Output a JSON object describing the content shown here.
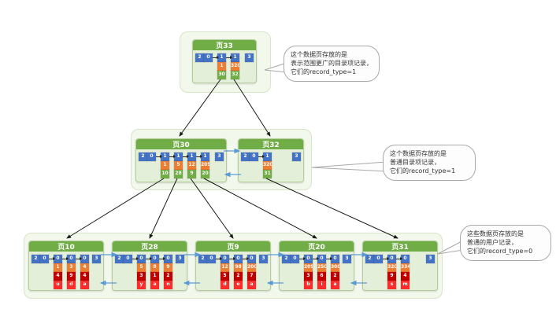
{
  "pages": {
    "p33": {
      "title": "页33",
      "infimum_type": "2",
      "infimum_next": "0",
      "supremum": "3",
      "records": [
        {
          "type": "1",
          "key": "1",
          "page": "30"
        },
        {
          "type": "1",
          "key": "320",
          "page": "32"
        }
      ]
    },
    "p30": {
      "title": "页30",
      "infimum_type": "2",
      "infimum_next": "0",
      "supremum": "3",
      "records": [
        {
          "type": "1",
          "key": "1",
          "page": "10"
        },
        {
          "type": "1",
          "key": "5",
          "page": "28"
        },
        {
          "type": "1",
          "key": "12",
          "page": "9"
        },
        {
          "type": "1",
          "key": "209",
          "page": "20"
        }
      ]
    },
    "p32": {
      "title": "页32",
      "infimum_type": "2",
      "infimum_next": "0",
      "supremum": "3",
      "records": [
        {
          "type": "1",
          "key": "320",
          "page": "31"
        }
      ]
    },
    "p10": {
      "title": "页10",
      "infimum_type": "2",
      "infimum_next": "0",
      "supremum": "3",
      "records": [
        {
          "type": "0",
          "c1": "1",
          "c2": "4",
          "c3": "u"
        },
        {
          "type": "0",
          "c1": "3",
          "c2": "9",
          "c3": "d"
        },
        {
          "type": "0",
          "c1": "4",
          "c2": "4",
          "c3": "a"
        }
      ]
    },
    "p28": {
      "title": "页28",
      "infimum_type": "2",
      "infimum_next": "0",
      "supremum": "3",
      "records": [
        {
          "type": "0",
          "c1": "5",
          "c2": "3",
          "c3": "y"
        },
        {
          "type": "0",
          "c1": "8",
          "c2": "1",
          "c3": "a"
        },
        {
          "type": "0",
          "c1": "9",
          "c2": "2",
          "c3": "n"
        }
      ]
    },
    "p9": {
      "title": "页9",
      "infimum_type": "2",
      "infimum_next": "0",
      "supremum": "3",
      "records": [
        {
          "type": "0",
          "c1": "12",
          "c2": "5",
          "c3": "d"
        },
        {
          "type": "0",
          "c1": "98",
          "c2": "2",
          "c3": "e"
        },
        {
          "type": "0",
          "c1": "200",
          "c2": "7",
          "c3": "a"
        }
      ]
    },
    "p20": {
      "title": "页20",
      "infimum_type": "2",
      "infimum_next": "0",
      "supremum": "3",
      "records": [
        {
          "type": "0",
          "c1": "209",
          "c2": "3",
          "c3": "b"
        },
        {
          "type": "0",
          "c1": "250",
          "c2": "6",
          "c3": "i"
        },
        {
          "type": "0",
          "c1": "300",
          "c2": "2",
          "c3": "a"
        }
      ]
    },
    "p31": {
      "title": "页31",
      "infimum_type": "2",
      "infimum_next": "0",
      "supremum": "3",
      "records": [
        {
          "type": "0",
          "c1": "320",
          "c2": "9",
          "c3": "s"
        },
        {
          "type": "0",
          "c1": "334",
          "c2": "4",
          "c3": "m"
        }
      ]
    }
  },
  "annotations": {
    "root": {
      "lines": [
        "这个数据页存放的是",
        "表示范围更广的目录项记录，",
        "它们的record_type=1"
      ]
    },
    "inner": {
      "lines": [
        "这个数据页存放的是",
        "普通目录项记录，",
        "它们的record_type=1"
      ]
    },
    "leaf": {
      "lines": [
        "这些数据页存放的是",
        "普通的用户记录，",
        "它们的record_type=0"
      ]
    }
  },
  "colors": {
    "header_green": "#70ad47",
    "cell_blue": "#4472c4",
    "cell_orange": "#ed7d31",
    "cell_green": "#70ad47",
    "cell_dark_red": "#c00000",
    "cell_red": "#ff2b2b",
    "sibling_link_blue": "#5b9bd5",
    "tree_arrow_black": "#1a1a1a"
  }
}
